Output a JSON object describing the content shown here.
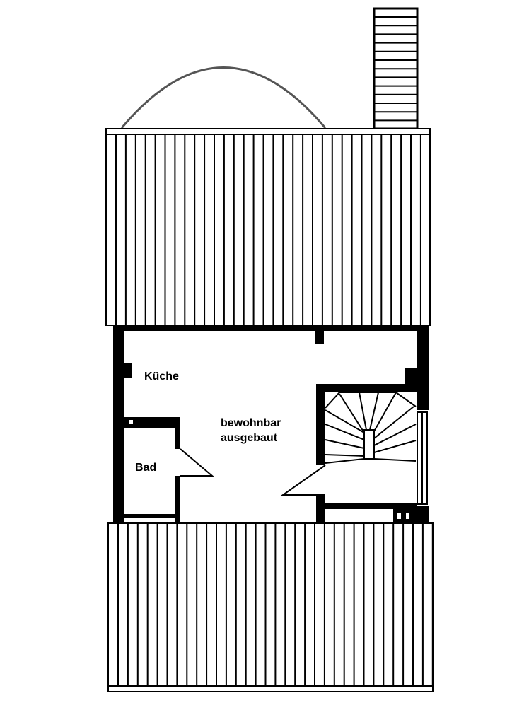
{
  "rooms": {
    "kitchen": "Küche",
    "living_line1": "bewohnbar",
    "living_line2": "ausgebaut",
    "bath": "Bad"
  },
  "colors": {
    "line": "#000000",
    "background": "#ffffff",
    "dome": "#555555"
  }
}
